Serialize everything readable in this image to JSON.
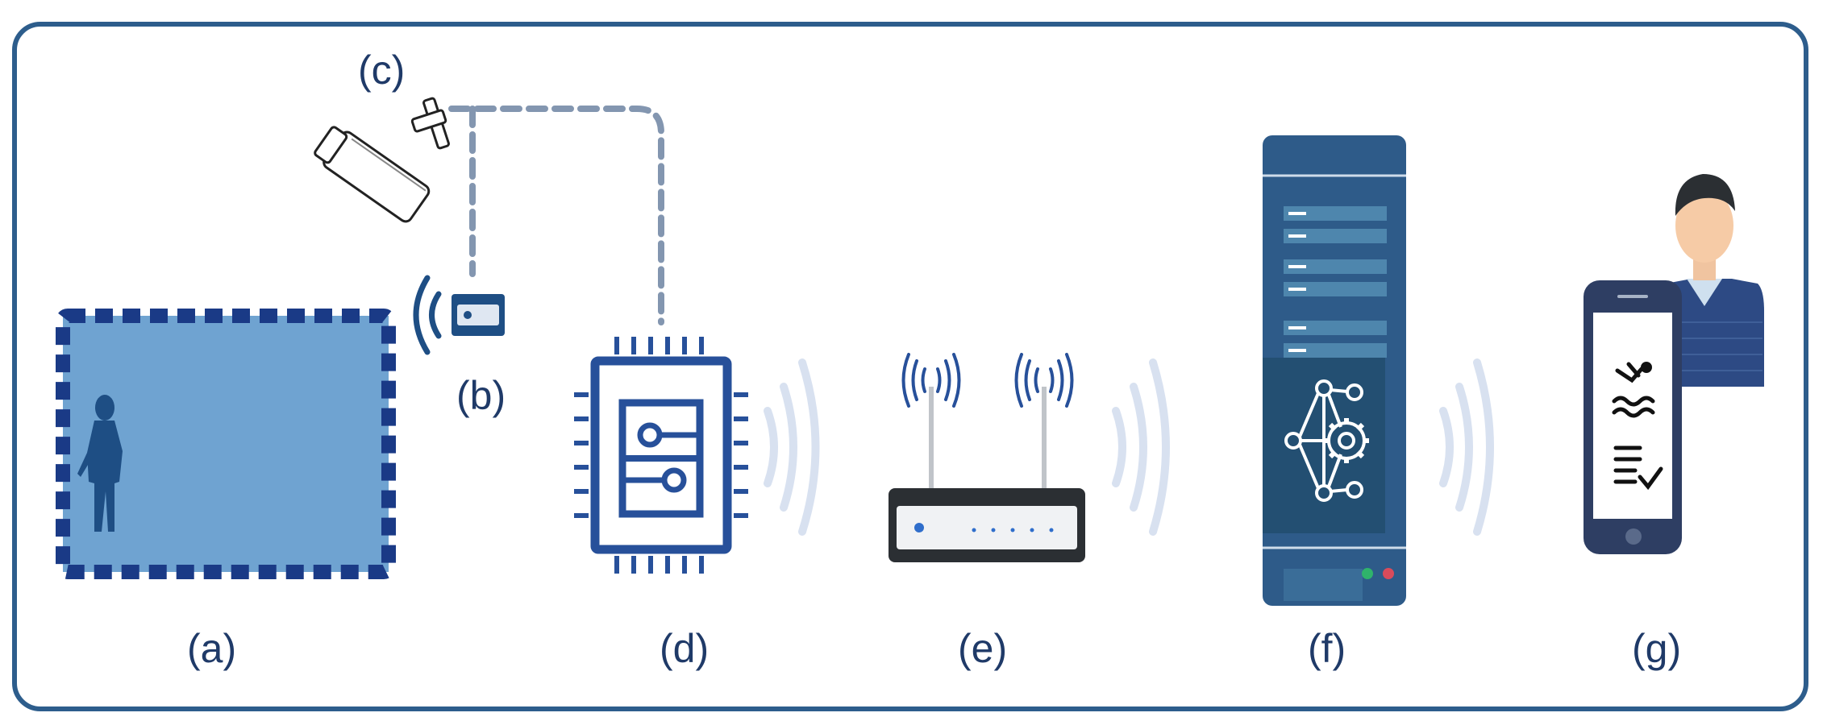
{
  "labels": {
    "a": "(a)",
    "b": "(b)",
    "c": "(c)",
    "d": "(d)",
    "e": "(e)",
    "f": "(f)",
    "g": "(g)"
  },
  "colors": {
    "frame": "#2d5d8c",
    "label": "#1f3a68",
    "pool_fill": "#6fa3d1",
    "pool_border": "#1a3a86",
    "chip": "#27509a",
    "dashed_link": "#8396b0",
    "wave": "#d8e1f0",
    "server": "#2e5b89",
    "router": "#2b2f33"
  },
  "icons": {
    "a": "pool-with-swimmer-icon",
    "b": "sensor-icon",
    "c": "cctv-camera-icon",
    "d": "microcontroller-chip-icon",
    "e": "wifi-router-icon",
    "f": "cloud-server-ai-icon",
    "g": "user-smartphone-app-icon"
  }
}
